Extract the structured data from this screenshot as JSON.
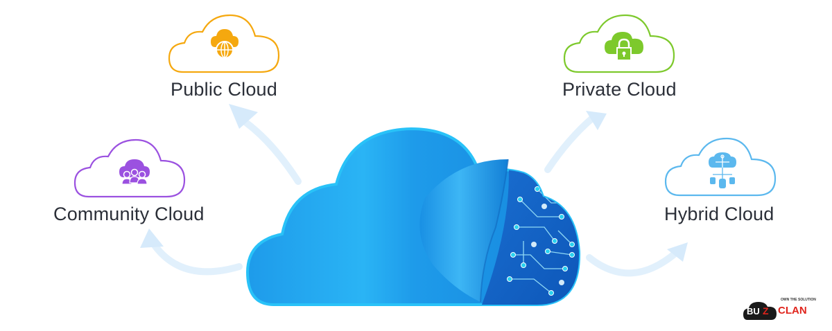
{
  "diagram": {
    "center": {
      "name": "Cloud",
      "description": "Cloud with peeled corner revealing circuit board"
    },
    "nodes": [
      {
        "id": "public",
        "label": "Public Cloud",
        "color": "#F5A80F",
        "icon": "globe-icon"
      },
      {
        "id": "private",
        "label": "Private Cloud",
        "color": "#7DC92C",
        "icon": "lock-icon"
      },
      {
        "id": "community",
        "label": "Community Cloud",
        "color": "#9B51E0",
        "icon": "people-icon"
      },
      {
        "id": "hybrid",
        "label": "Hybrid Cloud",
        "color": "#5BB8EE",
        "icon": "database-network-icon"
      }
    ],
    "arrow_color": "#DDEEFB"
  },
  "logo": {
    "part1": "BU",
    "part2": "Z",
    "part3": "CLAN",
    "tagline": "OWN THE SOLUTION",
    "accent": "#E0241C"
  }
}
